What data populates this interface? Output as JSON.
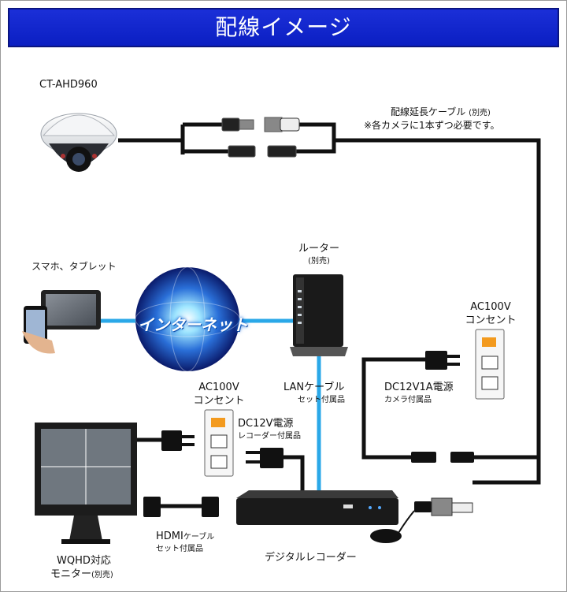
{
  "title": "配線イメージ",
  "camera": {
    "model": "CT-AHD960"
  },
  "extension_cable": {
    "line1": "配線延長ケーブル",
    "line1_note": "(別売)",
    "line2": "※各カメラに1本ずつ必要です。"
  },
  "smartphone": {
    "label": "スマホ、タブレット"
  },
  "internet": {
    "label": "インターネット"
  },
  "router": {
    "label": "ルーター",
    "note": "(別売)"
  },
  "lan_cable": {
    "label": "LANケーブル",
    "note": "セット付属品"
  },
  "outlet_camera": {
    "line1": "AC100V",
    "line2": "コンセント"
  },
  "camera_power": {
    "label": "DC12V1A電源",
    "note": "カメラ付属品"
  },
  "outlet_recorder": {
    "line1": "AC100V",
    "line2": "コンセント"
  },
  "recorder_power": {
    "label": "DC12V電源",
    "note": "レコーダー付属品"
  },
  "hdmi_cable": {
    "label": "HDMI",
    "label_suffix": "ケーブル",
    "note": "セット付属品"
  },
  "monitor": {
    "line1": "WQHD対応",
    "line2": "モニター",
    "note": "(別売)"
  },
  "recorder": {
    "label": "デジタルレコーダー"
  },
  "colors": {
    "title_bg": "#0b1fc2",
    "cable": "#111111",
    "lan": "#2aa8e8",
    "outlet_indicator": "#f39a1e"
  }
}
